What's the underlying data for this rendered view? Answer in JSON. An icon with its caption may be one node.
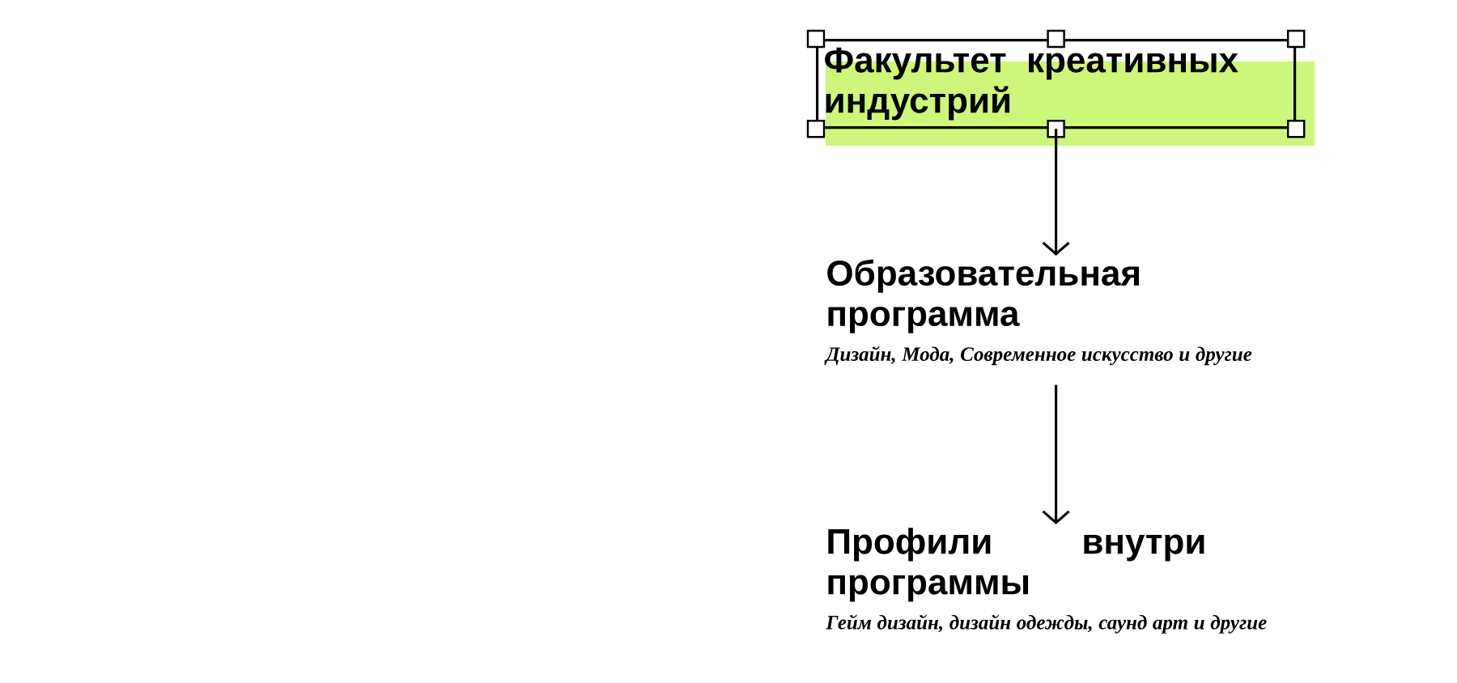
{
  "diagram": {
    "nodes": [
      {
        "text": [
          "Факультет креативных индустрий"
        ]
      },
      {
        "text": [
          "Образовательная программа",
          "Дизайн, Мода, Современное искусство и другие"
        ]
      },
      {
        "text": [
          "Профили внутри программы",
          "Гейм дизайн, дизайн одежды, саунд арт и другие"
        ]
      }
    ],
    "edges": [
      {
        "from": 0,
        "to": 1,
        "arrow": "to"
      },
      {
        "from": 1,
        "to": 2,
        "arrow": "to"
      }
    ]
  }
}
